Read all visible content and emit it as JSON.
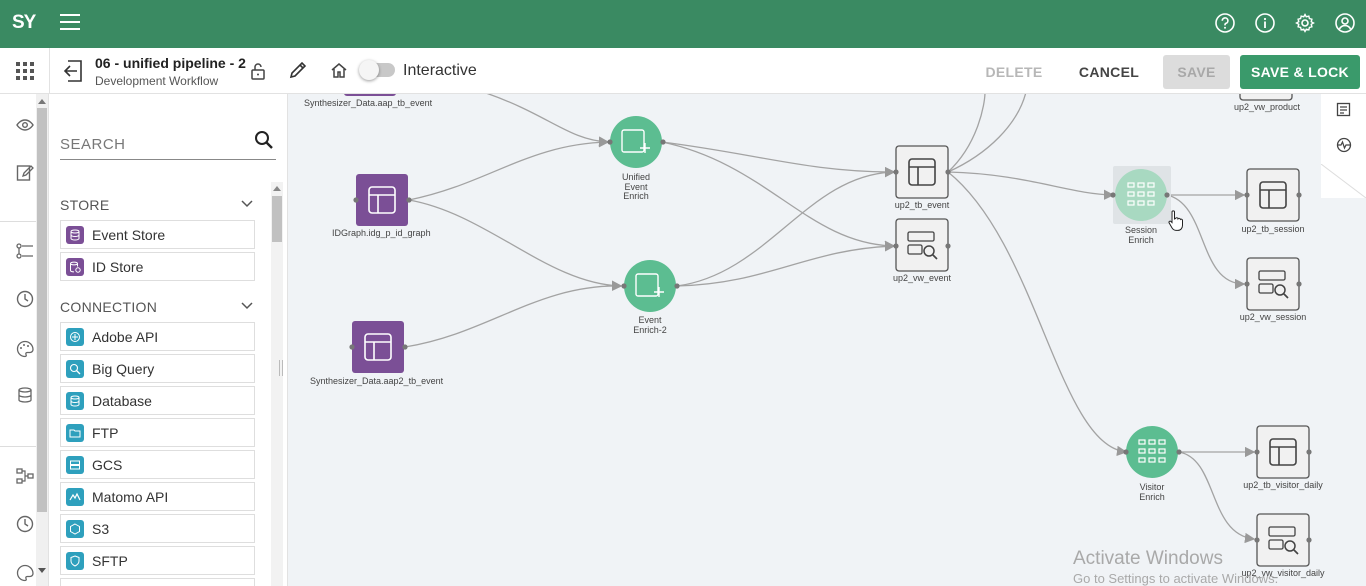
{
  "app": {
    "logo": "SY"
  },
  "header": {
    "title": "06 - unified pipeline - 2",
    "subtitle": "Development Workflow",
    "toggle_label": "Interactive",
    "buttons": {
      "delete": "DELETE",
      "cancel": "CANCEL",
      "save": "SAVE",
      "save_lock": "SAVE & LOCK"
    }
  },
  "palette": {
    "search_placeholder": "SEARCH",
    "store": {
      "title": "STORE",
      "items": [
        {
          "label": "Event Store",
          "icon": "database-icon"
        },
        {
          "label": "ID Store",
          "icon": "id-database-icon"
        }
      ]
    },
    "connection": {
      "title": "CONNECTION",
      "items": [
        {
          "label": "Adobe API",
          "icon": "adobe-api-icon"
        },
        {
          "label": "Big Query",
          "icon": "big-query-icon"
        },
        {
          "label": "Database",
          "icon": "database-icon"
        },
        {
          "label": "FTP",
          "icon": "ftp-folder-icon"
        },
        {
          "label": "GCS",
          "icon": "gcs-icon"
        },
        {
          "label": "Matomo API",
          "icon": "matomo-icon"
        },
        {
          "label": "S3",
          "icon": "s3-icon"
        },
        {
          "label": "SFTP",
          "icon": "sftp-icon"
        }
      ]
    }
  },
  "canvas": {
    "nodes": {
      "synth_event": "Synthesizer_Data.aap_tb_event",
      "idgraph": "IDGraph.idg_p_id_graph",
      "synth_event2": "Synthesizer_Data.aap2_tb_event",
      "unified_enrich": "Unified\nEvent\nEnrich",
      "event_enrich2": "Event\nEnrich-2",
      "up2_tb_event": "up2_tb_event",
      "up2_vw_event": "up2_vw_event",
      "session_enrich": "Session\nEnrich",
      "up2_tb_session": "up2_tb_session",
      "up2_vw_session": "up2_vw_session",
      "up2_vw_product": "up2_vw_product",
      "visitor_enrich": "Visitor\nEnrich",
      "up2_tb_visitor_daily": "up2_tb_visitor_daily",
      "up2_vw_visitor_daily": "up2_vw_visitor_daily"
    }
  },
  "watermark": {
    "line1": "Activate Windows",
    "line2": "Go to Settings to activate Windows."
  },
  "colors": {
    "brand": "#3a8a62",
    "primary_button": "#3a9a6b",
    "store_node": "#7b4f96",
    "enrich_node": "#5cbd91",
    "connection_icon": "#2ea0bd"
  }
}
